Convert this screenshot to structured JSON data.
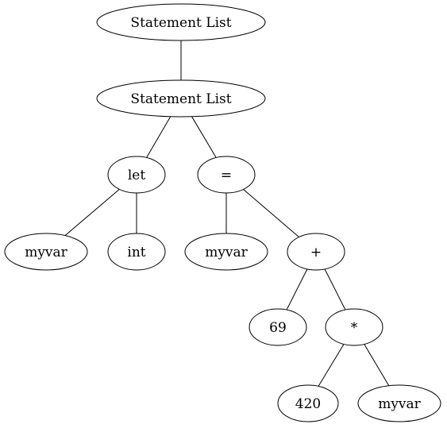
{
  "diagram": {
    "nodes": [
      {
        "id": "n1",
        "label": "Statement List"
      },
      {
        "id": "n2",
        "label": "Statement List"
      },
      {
        "id": "n3",
        "label": "let"
      },
      {
        "id": "n4",
        "label": "="
      },
      {
        "id": "n5",
        "label": "myvar"
      },
      {
        "id": "n6",
        "label": "int"
      },
      {
        "id": "n7",
        "label": "myvar"
      },
      {
        "id": "n8",
        "label": "+"
      },
      {
        "id": "n9",
        "label": "69"
      },
      {
        "id": "n10",
        "label": "*"
      },
      {
        "id": "n11",
        "label": "420"
      },
      {
        "id": "n12",
        "label": "myvar"
      }
    ],
    "edges": [
      {
        "from": "n1",
        "to": "n2"
      },
      {
        "from": "n2",
        "to": "n3"
      },
      {
        "from": "n2",
        "to": "n4"
      },
      {
        "from": "n3",
        "to": "n5"
      },
      {
        "from": "n3",
        "to": "n6"
      },
      {
        "from": "n4",
        "to": "n7"
      },
      {
        "from": "n4",
        "to": "n8"
      },
      {
        "from": "n8",
        "to": "n9"
      },
      {
        "from": "n8",
        "to": "n10"
      },
      {
        "from": "n10",
        "to": "n11"
      },
      {
        "from": "n10",
        "to": "n12"
      }
    ]
  }
}
